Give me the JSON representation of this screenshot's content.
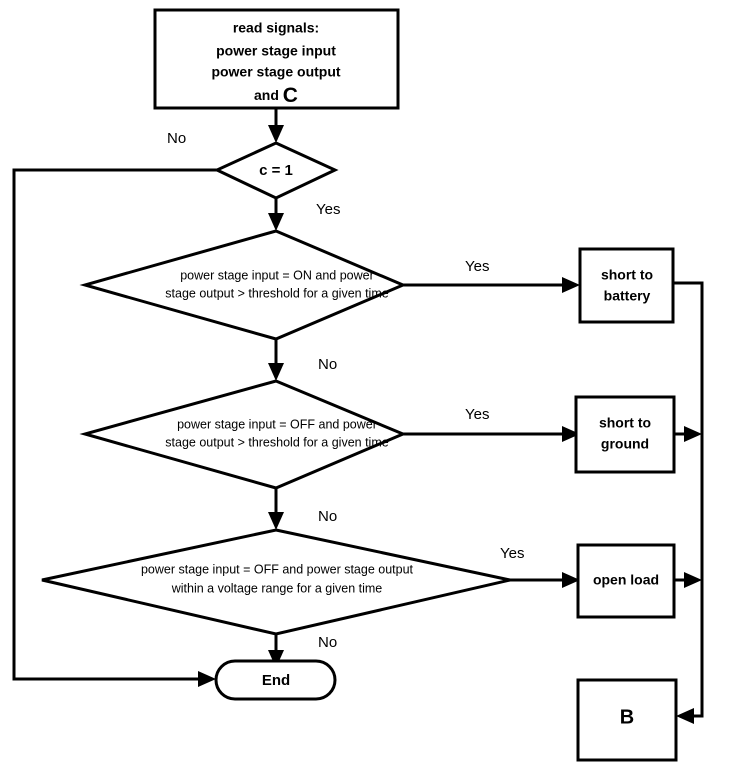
{
  "diagram": {
    "title": "power stage diagnosis flowchart",
    "background_color": "#ffffff",
    "line_color": "#000000",
    "nodes": {
      "read_signals": {
        "shape": "process",
        "lines": [
          "read signals:",
          "power stage input",
          "power stage output",
          "and C"
        ],
        "line1": "read signals:",
        "line2": "power stage input",
        "line3": "power stage output",
        "line4_prefix": "and ",
        "line4_symbol": "C"
      },
      "c_equals_1": {
        "shape": "decision",
        "label": "c = 1"
      },
      "decision_short_battery": {
        "shape": "decision",
        "line1": "power stage input = ON and power",
        "line2": "stage output > threshold for a given time"
      },
      "decision_short_ground": {
        "shape": "decision",
        "line1": "power stage input = OFF and power",
        "line2": "stage output > threshold for a given time"
      },
      "decision_open_load": {
        "shape": "decision",
        "line1": "power stage input = OFF and power stage output",
        "line2": "within a voltage range for a given time"
      },
      "short_to_battery": {
        "shape": "process",
        "line1": "short to",
        "line2": "battery"
      },
      "short_to_ground": {
        "shape": "process",
        "line1": "short to",
        "line2": "ground"
      },
      "open_load": {
        "shape": "process",
        "line1": "open load"
      },
      "connector_b": {
        "shape": "process",
        "label": "B"
      },
      "end": {
        "shape": "terminator",
        "label": "End"
      }
    },
    "edge_labels": {
      "c1_no": "No",
      "c1_yes": "Yes",
      "d1_yes": "Yes",
      "d1_no": "No",
      "d2_yes": "Yes",
      "d2_no": "No",
      "d3_yes": "Yes",
      "d3_no": "No"
    }
  }
}
